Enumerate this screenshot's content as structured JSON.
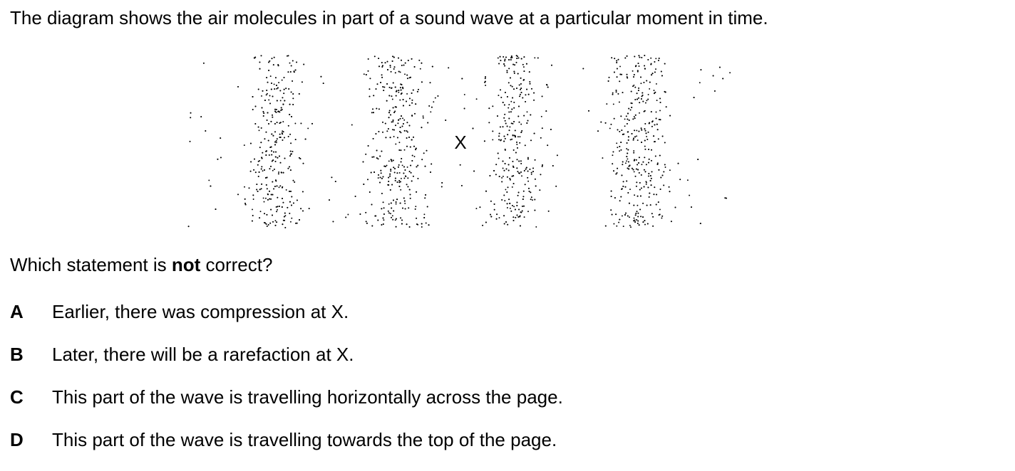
{
  "intro": "The diagram shows the air molecules in part of a sound wave at a particular moment in time.",
  "diagram": {
    "point_label": "X"
  },
  "question": {
    "before": "Which statement is ",
    "emphasis": "not",
    "after": " correct?"
  },
  "options": [
    {
      "letter": "A",
      "text": "Earlier, there was compression at X."
    },
    {
      "letter": "B",
      "text": "Later, there will be a rarefaction at X."
    },
    {
      "letter": "C",
      "text": "This part of the wave is travelling horizontally across the page."
    },
    {
      "letter": "D",
      "text": "This part of the wave is travelling towards the top of the page."
    }
  ]
}
